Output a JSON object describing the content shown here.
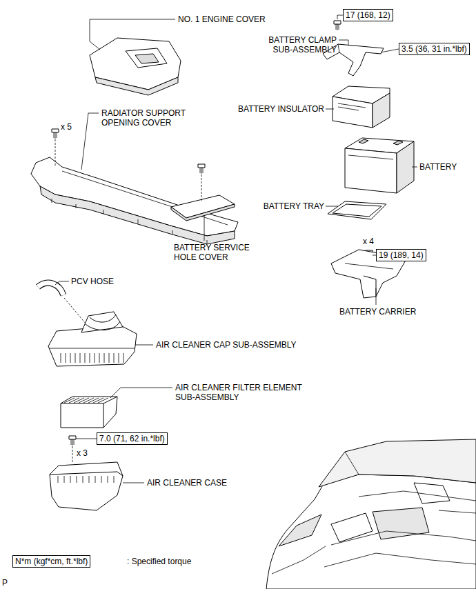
{
  "diagram": {
    "nodes": [
      {
        "text": [
          "17 (168, 12)"
        ]
      },
      {
        "text": [
          "3.5 (36, 31 in.*lbf)"
        ]
      },
      {
        "text": [
          "19 (189, 14)"
        ]
      },
      {
        "text": [
          "7.0 (71, 62 in.*lbf)"
        ]
      },
      {
        "text": [
          "N*m (kgf*cm, ft.*lbf)"
        ]
      }
    ],
    "labels": [
      "NO. 1 ENGINE COVER",
      "RADIATOR SUPPORT OPENING COVER",
      "x 5",
      "BATTERY SERVICE HOLE COVER",
      "PCV HOSE",
      "AIR CLEANER CAP SUB-ASSEMBLY",
      "AIR CLEANER FILTER ELEMENT SUB-ASSEMBLY",
      "x 3",
      "AIR CLEANER CASE",
      "BATTERY CLAMP SUB-ASSEMBLY",
      "BATTERY INSULATOR",
      "BATTERY",
      "BATTERY TRAY",
      "x 4",
      "BATTERY CARRIER",
      ": Specified torque",
      "P"
    ]
  }
}
